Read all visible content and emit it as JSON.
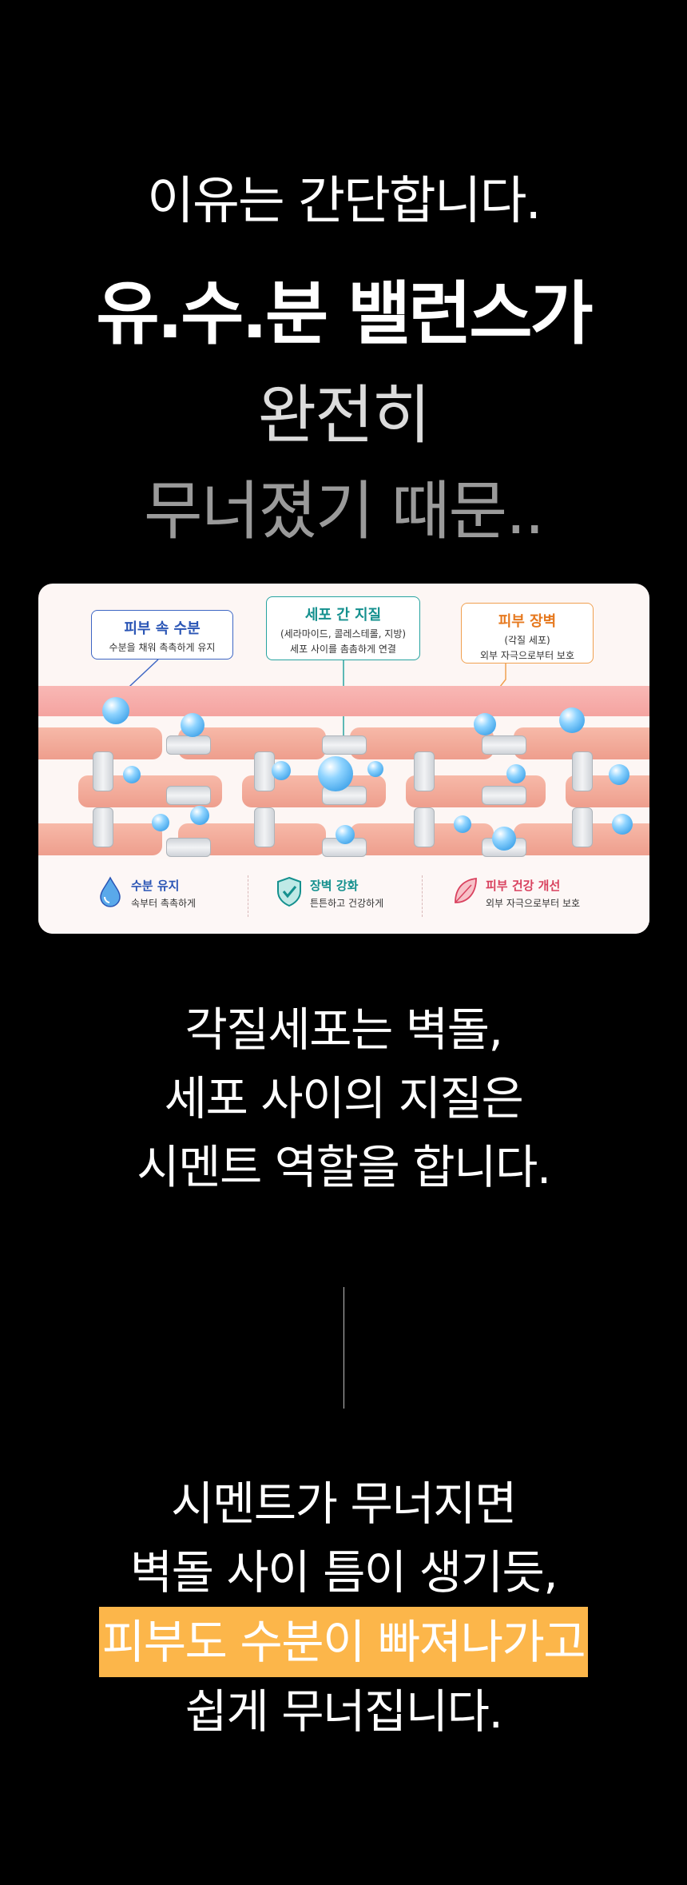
{
  "headline": {
    "line1": "이유는 간단합니다.",
    "line2": "유.수.분 밸런스가",
    "line3": "완전히",
    "line4": "무너졌기 때문.."
  },
  "diagram": {
    "label_moisture": {
      "title": "피부 속 수분",
      "desc": "수분을 채워 촉촉하게 유지",
      "color": "#2a55b5"
    },
    "label_lipid": {
      "title": "세포 간 지질",
      "desc1": "(세라마이드, 콜레스테롤, 지방)",
      "desc2": "세포 사이를 촘촘하게 연결",
      "color": "#14908e"
    },
    "label_barrier": {
      "title": "피부 장벽",
      "desc1": "(각질 세포)",
      "desc2": "외부 자극으로부터 보호",
      "color": "#e6791f"
    },
    "features": [
      {
        "title": "수분 유지",
        "desc": "속부터 촉촉하게",
        "color": "#2a55b5",
        "icon": "water-drop-icon"
      },
      {
        "title": "장벽 강화",
        "desc": "튼튼하고 건강하게",
        "color": "#14908e",
        "icon": "shield-check-icon"
      },
      {
        "title": "피부 건강 개선",
        "desc": "외부 자극으로부터 보호",
        "color": "#d9425f",
        "icon": "leaf-icon"
      }
    ]
  },
  "paragraph1": {
    "line1": "각질세포는 벽돌,",
    "line2": "세포 사이의 지질은",
    "line3": "시멘트 역할을 합니다."
  },
  "paragraph2": {
    "line1": "시멘트가 무너지면",
    "line2": "벽돌 사이 틈이 생기듯,",
    "line3_highlight": "피부도 수분이 빠져나가고",
    "line4": "쉽게 무너집니다.",
    "highlight_color": "#fcb64a"
  }
}
